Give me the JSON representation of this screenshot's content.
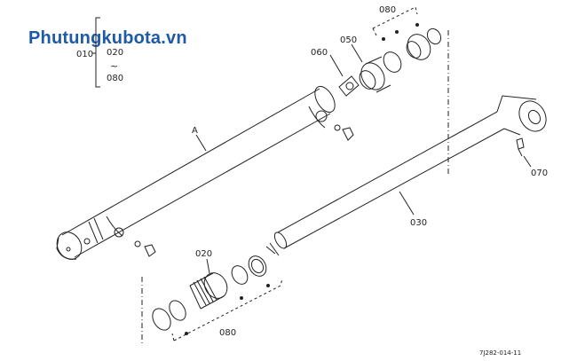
{
  "watermark": "Phutungkubota.vn",
  "assembly_callout": {
    "top_part": "010",
    "range_start": "020",
    "range_sep": "~",
    "range_end": "080"
  },
  "labels": {
    "a": "A",
    "p020": "020",
    "p030": "030",
    "p050": "050",
    "p060": "060",
    "p070": "070",
    "p080_top": "080",
    "p080_bottom": "080"
  },
  "drawing_code": "7J282-014-11"
}
